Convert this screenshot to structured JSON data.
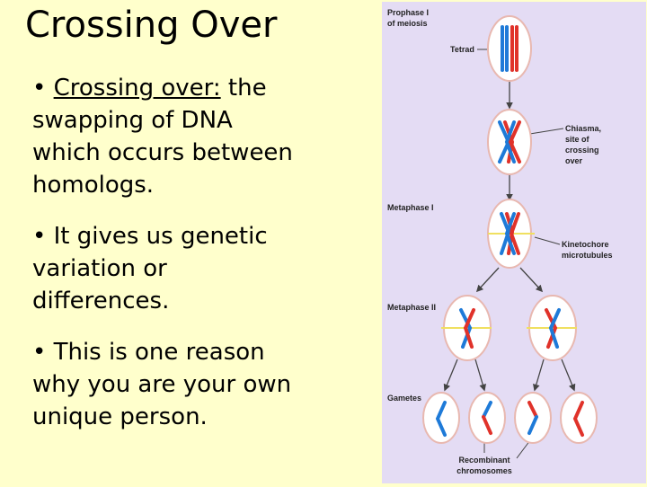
{
  "slide": {
    "title": "Crossing Over",
    "bullets": [
      {
        "prefix": "• ",
        "term": "Crossing over:",
        "text": " the swapping of DNA which occurs between homologs."
      },
      {
        "prefix": "",
        "term": "",
        "text": "• It gives us genetic variation or differences."
      },
      {
        "prefix": "",
        "term": "",
        "text": "• This is one reason why you are your own unique person."
      }
    ]
  },
  "diagram": {
    "labels": {
      "prophase": [
        "Prophase I",
        "of meiosis"
      ],
      "tetrad": "Tetrad",
      "chiasma": [
        "Chiasma,",
        "site of",
        "crossing",
        "over"
      ],
      "metaphase1": "Metaphase I",
      "kinetochore": [
        "Kinetochore",
        "microtubules"
      ],
      "metaphase2": "Metaphase II",
      "gametes": "Gametes",
      "recombinant": [
        "Recombinant",
        "chromosomes"
      ]
    },
    "colors": {
      "background": "#e4dcf4",
      "cell_fill": "#ffffff",
      "cell_stroke": "#e8b8b0",
      "maternal": "#1e7ad8",
      "paternal": "#e0322a",
      "spindle": "#f0e060",
      "arrow": "#444444"
    }
  }
}
